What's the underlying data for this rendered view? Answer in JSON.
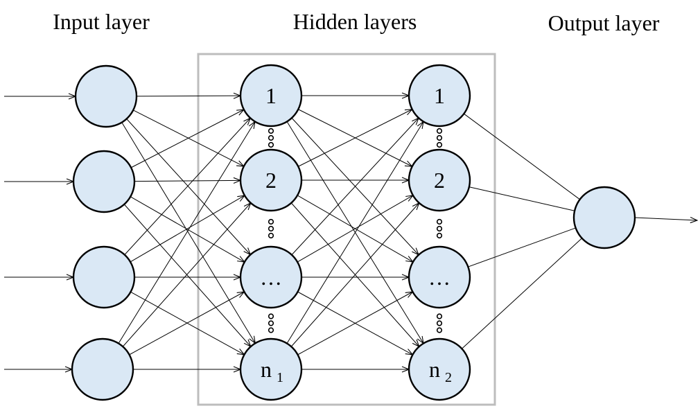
{
  "titles": {
    "input": "Input layer",
    "hidden": "Hidden layers",
    "output": "Output layer"
  },
  "hidden_layer_1": {
    "node_labels": [
      "1",
      "2",
      "…",
      "n"
    ],
    "last_node_subscript": "1"
  },
  "hidden_layer_2": {
    "node_labels": [
      "1",
      "2",
      "…",
      "n"
    ],
    "last_node_subscript": "2"
  },
  "colors": {
    "node_fill": "#dae8f5",
    "node_stroke": "#000000",
    "box_stroke": "#bdbdbd"
  }
}
